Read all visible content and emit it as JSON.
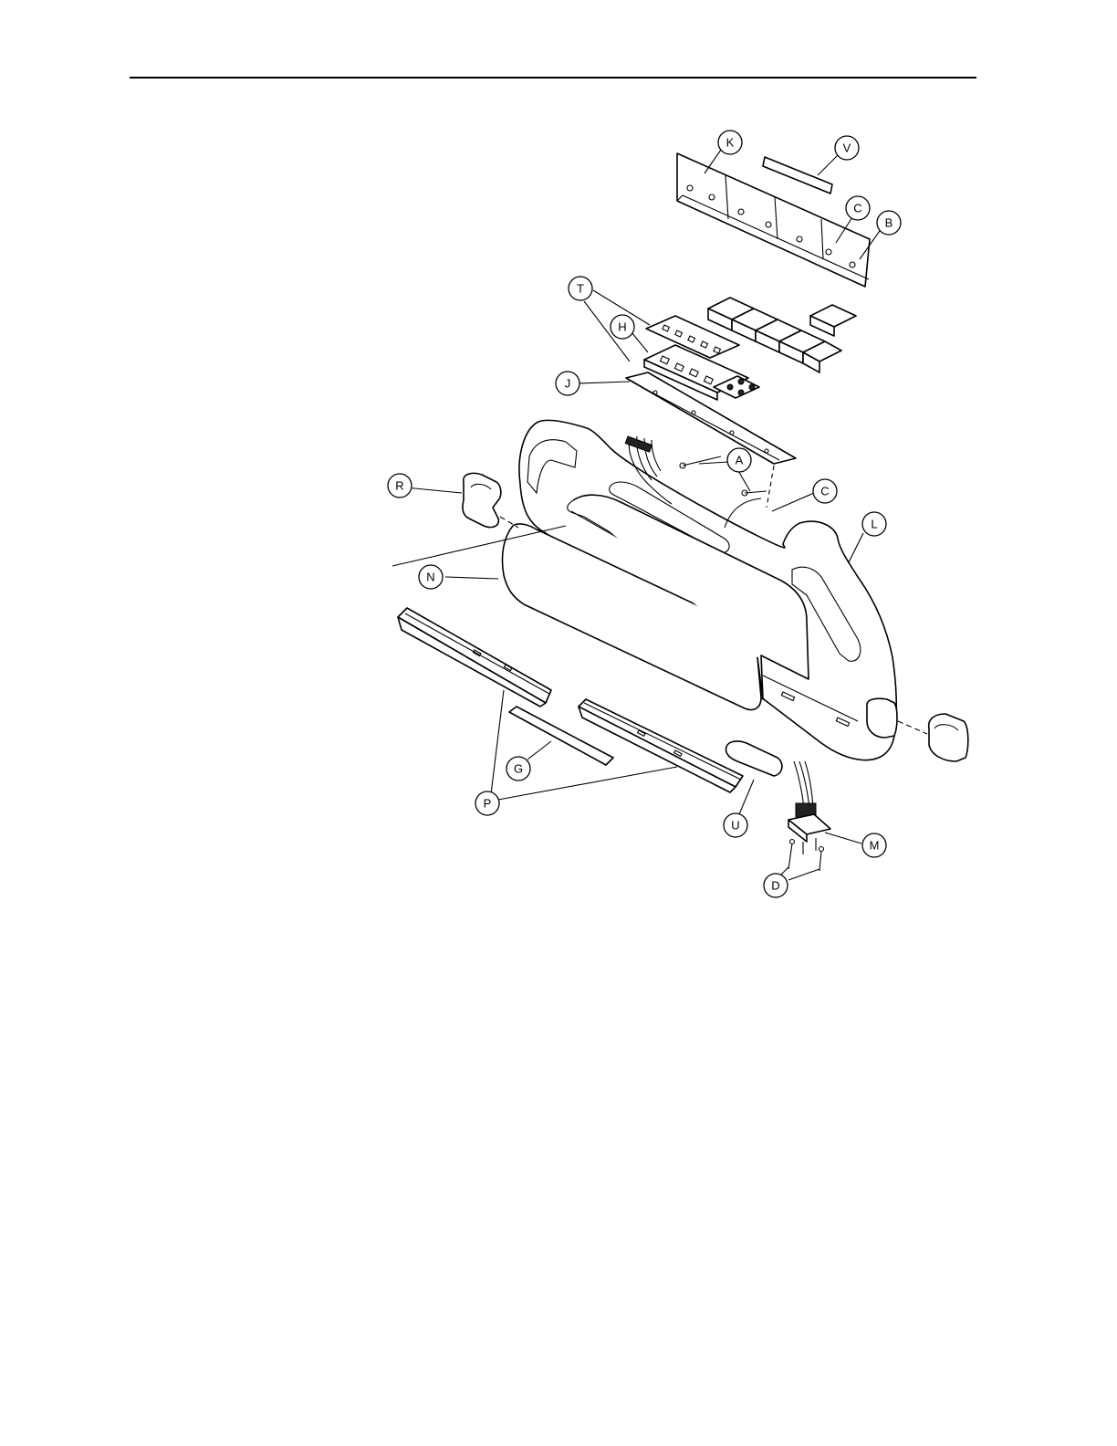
{
  "labels": {
    "K": "K",
    "V": "V",
    "C1": "C",
    "B": "B",
    "T": "T",
    "H": "H",
    "J": "J",
    "A": "A",
    "C2": "C",
    "R": "R",
    "L": "L",
    "N": "N",
    "G": "G",
    "P": "P",
    "U": "U",
    "M": "M",
    "D": "D"
  }
}
